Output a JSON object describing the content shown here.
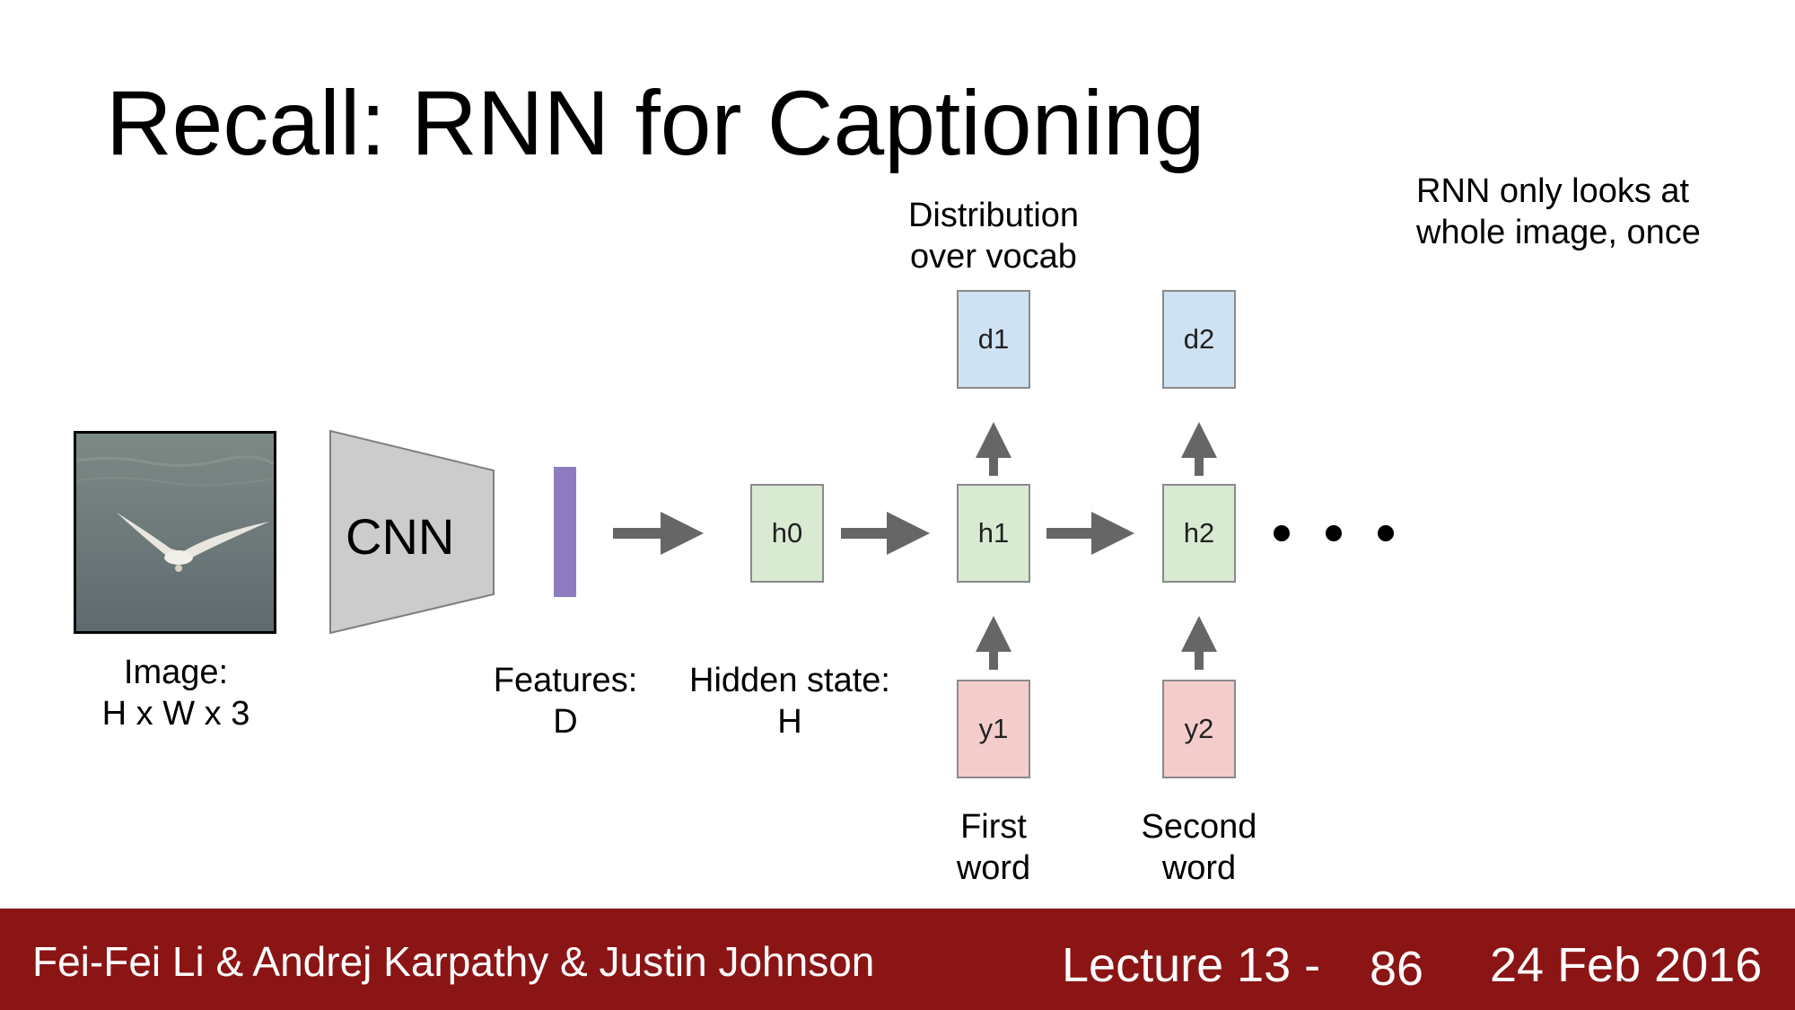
{
  "slide": {
    "title": "Recall: RNN for Captioning",
    "note_line1": "RNN only looks at",
    "note_line2": "whole image, once"
  },
  "diagram": {
    "image_label_line1": "Image:",
    "image_label_line2": "H x W x 3",
    "cnn_label": "CNN",
    "features_label_line1": "Features:",
    "features_label_line2": "D",
    "hidden_label_line1": "Hidden state:",
    "hidden_label_line2": "H",
    "dist_label_line1": "Distribution",
    "dist_label_line2": "over vocab",
    "boxes": {
      "h0": "h0",
      "h1": "h1",
      "h2": "h2",
      "d1": "d1",
      "d2": "d2",
      "y1": "y1",
      "y2": "y2"
    },
    "first_word_line1": "First",
    "first_word_line2": "word",
    "second_word_line1": "Second",
    "second_word_line2": "word",
    "colors": {
      "output_box": "#cfe2f3",
      "hidden_box": "#d9ead3",
      "input_box": "#f4cccc",
      "feature_bar": "#8e7cc3",
      "cnn_fill": "#cccccc",
      "arrow": "#666666"
    }
  },
  "footer": {
    "authors": "Fei-Fei Li & Andrej Karpathy & Justin Johnson",
    "lecture": "Lecture 13 -",
    "page": "86",
    "date": "24 Feb 2016",
    "background": "#8b1515"
  }
}
